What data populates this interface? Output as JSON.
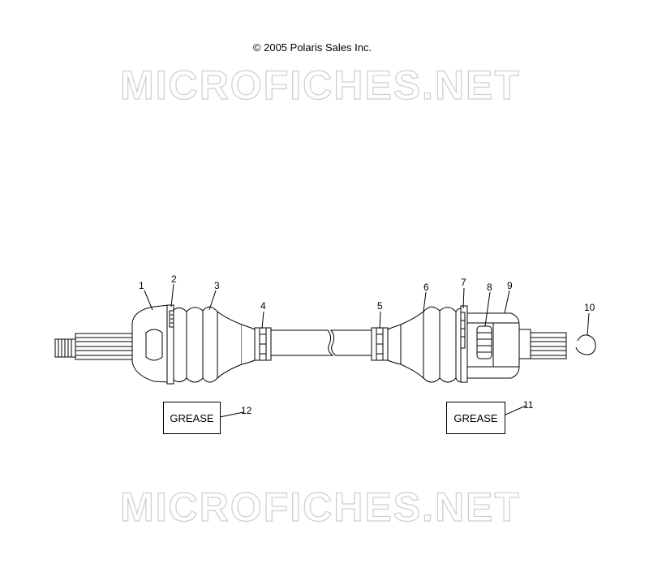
{
  "header": {
    "copyright": "© 2005 Polaris Sales Inc."
  },
  "watermark": {
    "text": "MICROFICHES.NET"
  },
  "callouts": [
    {
      "id": "1",
      "label": "1"
    },
    {
      "id": "2",
      "label": "2"
    },
    {
      "id": "3",
      "label": "3"
    },
    {
      "id": "4",
      "label": "4"
    },
    {
      "id": "5",
      "label": "5"
    },
    {
      "id": "6",
      "label": "6"
    },
    {
      "id": "7",
      "label": "7"
    },
    {
      "id": "8",
      "label": "8"
    },
    {
      "id": "9",
      "label": "9"
    },
    {
      "id": "10",
      "label": "10"
    },
    {
      "id": "11",
      "label": "11"
    },
    {
      "id": "12",
      "label": "12"
    }
  ],
  "grease_boxes": [
    {
      "label": "GREASE",
      "callout": "12"
    },
    {
      "label": "GREASE",
      "callout": "11"
    }
  ]
}
